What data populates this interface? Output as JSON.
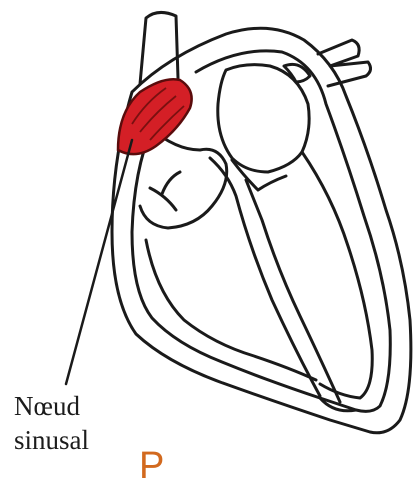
{
  "annotation": {
    "line1": "Nœud",
    "line2": "sinusal"
  },
  "marker": {
    "text": "P",
    "color": "#d2691e"
  },
  "highlight_color": "#d41f26",
  "outline_color": "#1a1a1a"
}
